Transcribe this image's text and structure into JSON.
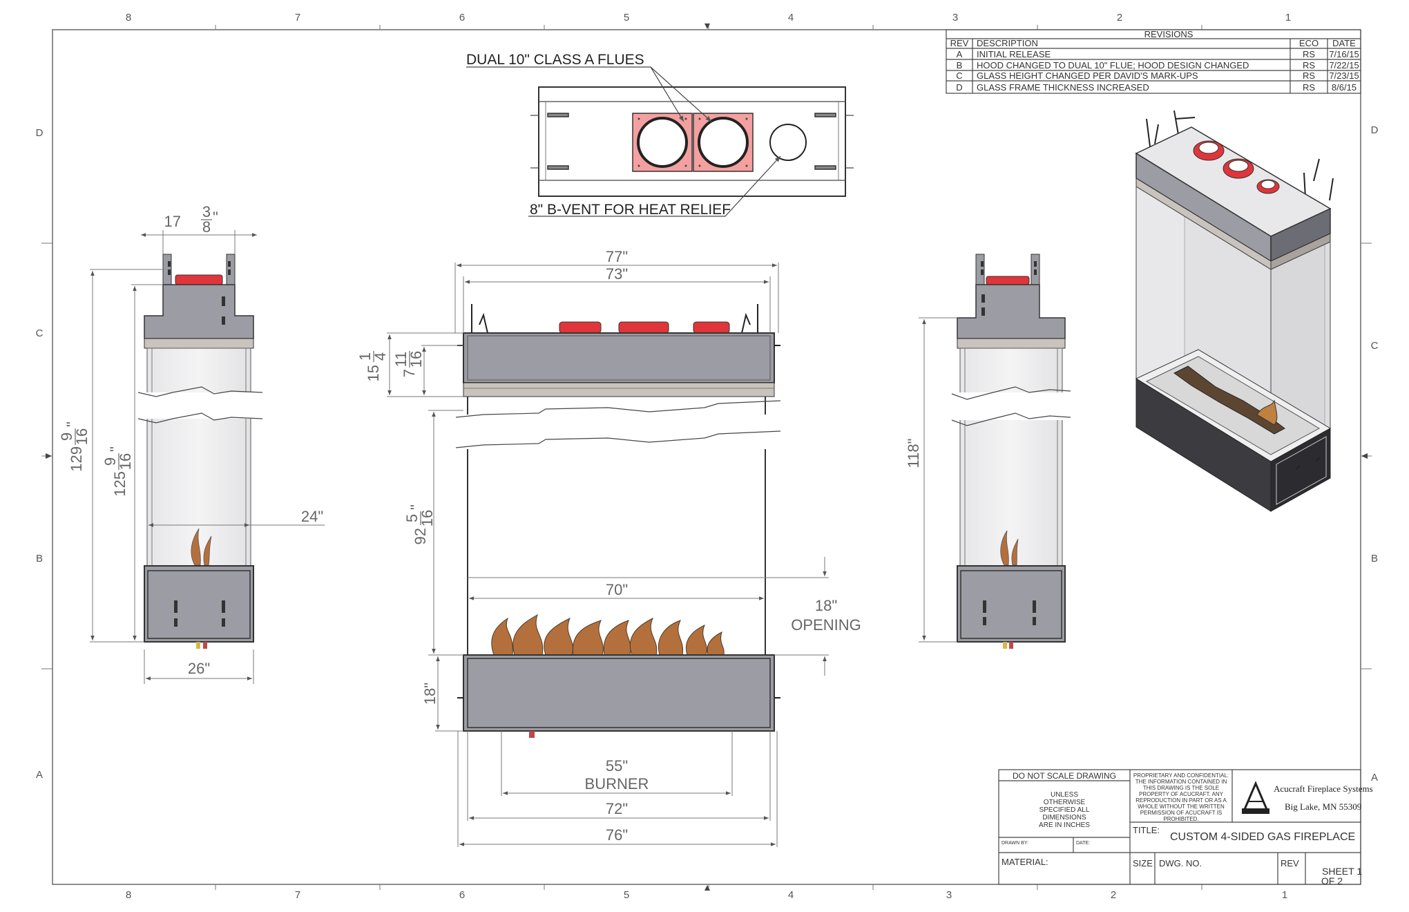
{
  "border_columns": [
    "8",
    "7",
    "6",
    "5",
    "4",
    "3",
    "2",
    "1"
  ],
  "border_rows": [
    "D",
    "C",
    "B",
    "A"
  ],
  "revisions": {
    "title": "REVISIONS",
    "headers": {
      "rev": "REV",
      "description": "DESCRIPTION",
      "eco": "ECO",
      "date": "DATE"
    },
    "rows": [
      {
        "rev": "A",
        "description": "INITIAL RELEASE",
        "eco": "RS",
        "date": "7/16/15"
      },
      {
        "rev": "B",
        "description": "HOOD CHANGED TO DUAL 10\" FLUE;  HOOD DESIGN CHANGED",
        "eco": "RS",
        "date": "7/22/15"
      },
      {
        "rev": "C",
        "description": "GLASS HEIGHT CHANGED PER DAVID'S MARK-UPS",
        "eco": "RS",
        "date": "7/23/15"
      },
      {
        "rev": "D",
        "description": "GLASS FRAME THICKNESS INCREASED",
        "eco": "RS",
        "date": "8/6/15"
      }
    ]
  },
  "callouts": {
    "flues": "DUAL 10\" CLASS A FLUES",
    "bvent": "8\" B-VENT FOR HEAT RELIEF"
  },
  "dims": {
    "side_top_width": {
      "whole": "17",
      "num": "3",
      "den": "8",
      "unit": "\""
    },
    "side_total_height": {
      "whole": "129",
      "num": "9",
      "den": "16",
      "unit": "\""
    },
    "side_glass_height": {
      "whole": "125",
      "num": "9",
      "den": "16",
      "unit": "\""
    },
    "side_depth": "24\"",
    "side_base_width": "26\"",
    "front_outer_width": "77\"",
    "front_hood_width": "73\"",
    "hood_height": {
      "whole": "15",
      "num": "1",
      "den": "4"
    },
    "hood_inner_height": {
      "whole": "7",
      "num": "11",
      "den": "16"
    },
    "glass_height": {
      "whole": "92",
      "num": "5",
      "den": "16",
      "unit": "\""
    },
    "firebox_width": "70\"",
    "opening_height": "18\"",
    "opening_label": "OPENING",
    "base_height": "18\"",
    "burner_width": "55\"",
    "burner_label": "BURNER",
    "base_inner_width": "72\"",
    "base_outer_width": "76\"",
    "right_side_height": "118\""
  },
  "title_block": {
    "do_not_scale": "DO NOT SCALE DRAWING",
    "units_note": [
      "UNLESS",
      "OTHERWISE",
      "SPECIFIED ALL",
      "DIMENSIONS",
      "ARE IN INCHES"
    ],
    "proprietary": [
      "PROPRIETARY AND CONFIDENTIAL:",
      "THE INFORMATION CONTAINED IN",
      "THIS DRAWING IS THE SOLE",
      "PROPERTY OF ACUCRAFT. ANY",
      "REPRODUCTION IN PART OR AS A",
      "WHOLE WITHOUT THE WRITTEN",
      "PERMISSION OF ACUCRAFT IS",
      "PROHIBITED."
    ],
    "company": "Acucraft Fireplace Systems",
    "location": "Big Lake, MN 55309",
    "title_label": "TITLE:",
    "title": "CUSTOM 4-SIDED GAS FIREPLACE",
    "drawn_by": "DRAWN BY:",
    "date": "DATE:",
    "material": "MATERIAL:",
    "size": "SIZE",
    "dwg_no": "DWG.  NO.",
    "rev": "REV",
    "sheet": "SHEET  1",
    "sheet_of": "OF  2"
  },
  "colors": {
    "steel": "#9c9ca4",
    "steel_dark": "#3c3c40",
    "flue_red": "#e0353a",
    "flue_pink": "#f4a0a0",
    "glass": "#efefef",
    "flame": "#b4703c"
  }
}
